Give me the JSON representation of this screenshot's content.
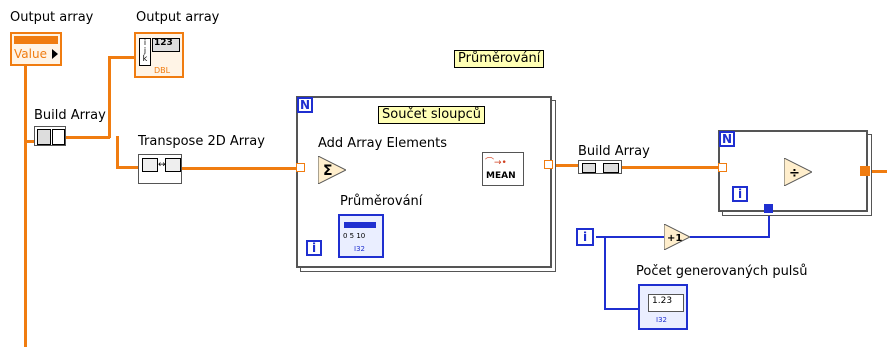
{
  "labels": {
    "output_array_1": "Output array",
    "output_array_1_value": "Value",
    "output_array_2": "Output array",
    "output_array_2_type": "123",
    "output_array_2_dbl": "DBL",
    "build_array_1": "Build Array",
    "transpose": "Transpose 2D Array",
    "prumerovani_free": "Průměrování",
    "soucet_sloupcu": "Součet sloupců",
    "add_array_elements": "Add Array Elements",
    "mean": "MEAN",
    "prumerovani_ctrl": "Průměrování",
    "slider_scale": "0  5  10",
    "slider_type": "I32",
    "build_array_2": "Build Array",
    "loop_n": "N",
    "loop_i": "i",
    "plus_one": "+1",
    "divide": "÷",
    "pocet_label": "Počet generovaných pulsů",
    "pocet_value": "1.23",
    "pocet_type": "I32"
  },
  "icons": {
    "loop_count": "N",
    "iteration": "i",
    "sum": "sigma-icon",
    "mean": "mean-icon"
  },
  "colors": {
    "wire_orange": "#f07c10",
    "wire_blue": "#1f2fd0",
    "label_bg": "#ffffb5",
    "loop_frame": "#555555"
  }
}
